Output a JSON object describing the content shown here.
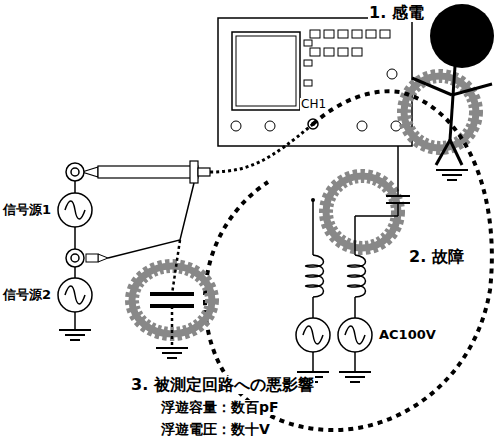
{
  "diagram": {
    "labels": [
      "1. 感電",
      "CH1",
      "2. 故障",
      "信号源1",
      "信号源2",
      "AC100V",
      "3. 被測定回路への悪影響",
      "浮遊容量：数百pF",
      "浮遊電圧：数十V"
    ]
  }
}
